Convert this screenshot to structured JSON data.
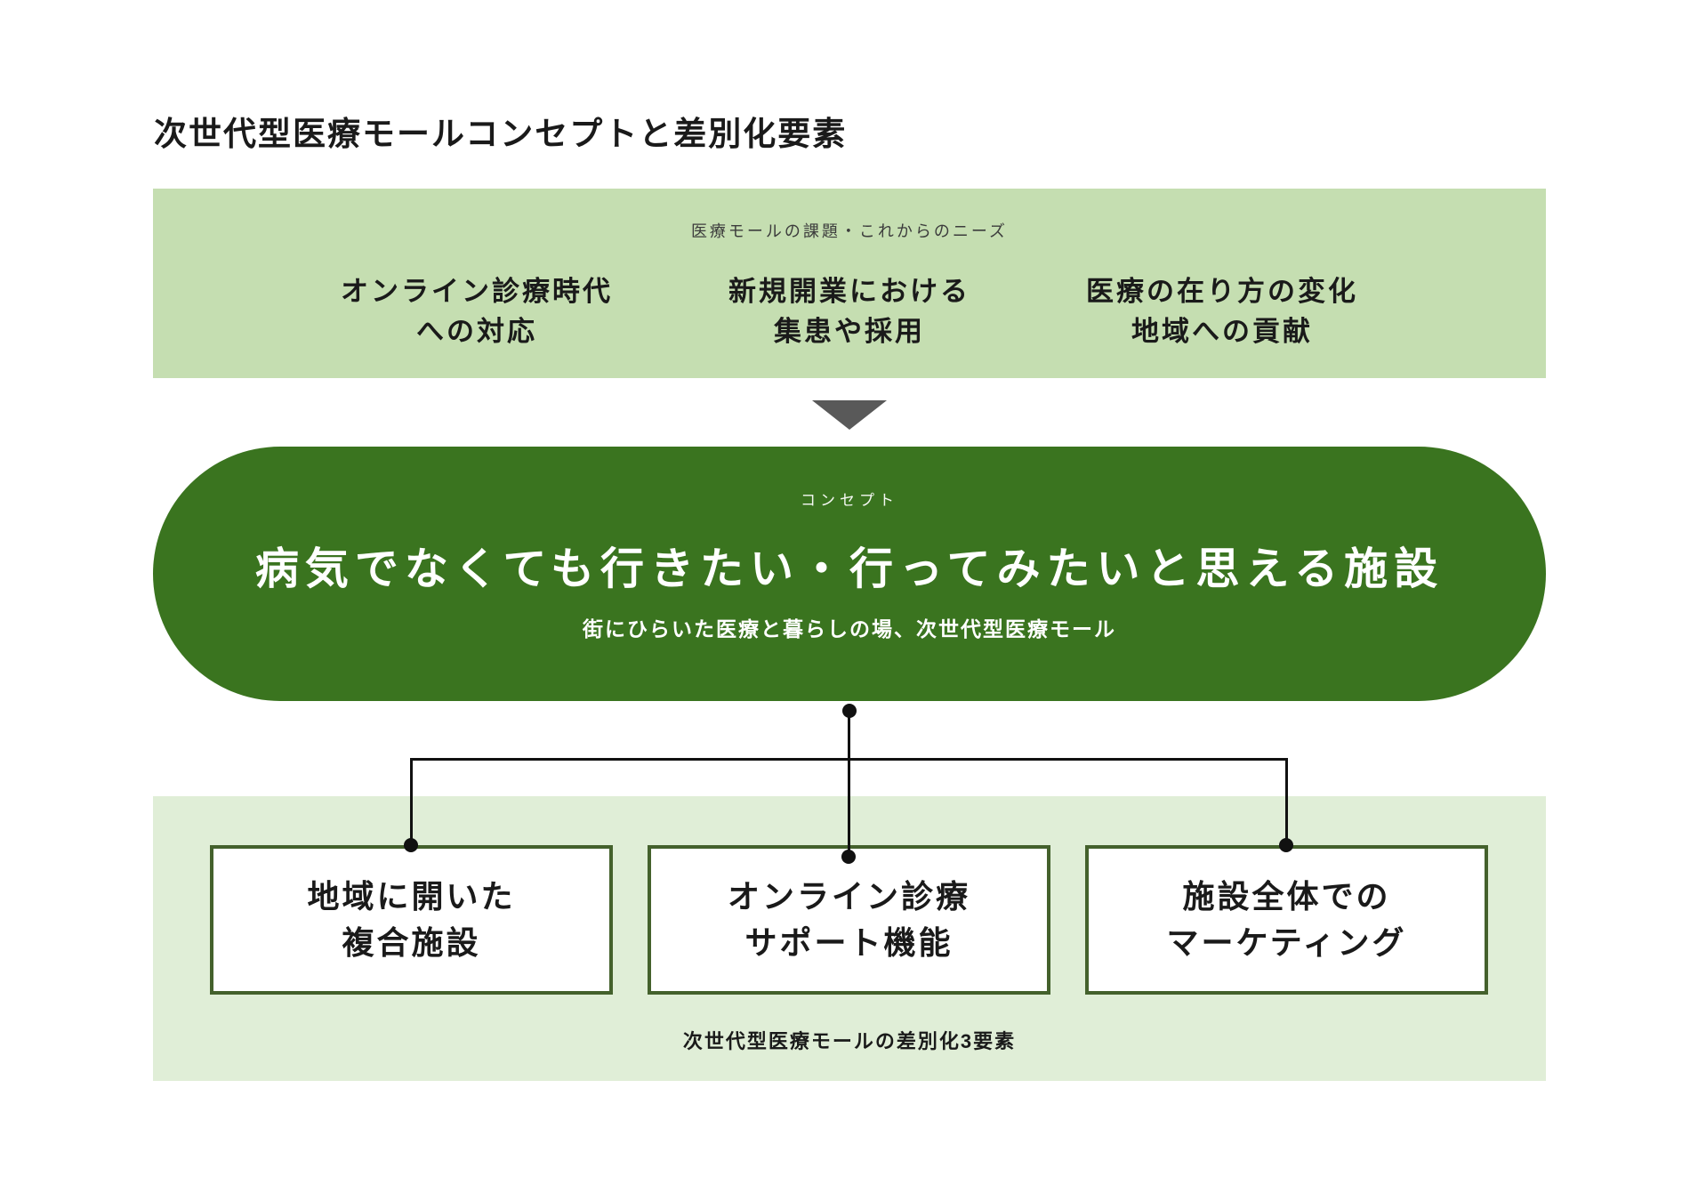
{
  "page": {
    "title": "次世代型医療モールコンセプトと差別化要素"
  },
  "needs_section": {
    "label": "医療モールの課題・これからのニーズ",
    "items": [
      {
        "line1": "オンライン診療時代",
        "line2": "への対応"
      },
      {
        "line1": "新規開業における",
        "line2": "集患や採用"
      },
      {
        "line1": "医療の在り方の変化",
        "line2": "地域への貢献"
      }
    ]
  },
  "concept_section": {
    "label": "コンセプト",
    "headline": "病気でなくても行きたい・行ってみたいと思える施設",
    "subline": "街にひらいた医療と暮らしの場、次世代型医療モール"
  },
  "elements_section": {
    "items": [
      {
        "line1": "地域に開いた",
        "line2": "複合施設"
      },
      {
        "line1": "オンライン診療",
        "line2": "サポート機能"
      },
      {
        "line1": "施設全体での",
        "line2": "マーケティング"
      }
    ],
    "caption": "次世代型医療モールの差別化3要素"
  },
  "colors": {
    "dark_green": "#3a741f",
    "light_green": "#c5deb1",
    "pale_green": "#e0eed7",
    "border_green": "#44612c",
    "arrow_gray": "#595959",
    "text_black": "#1a1a1a"
  }
}
